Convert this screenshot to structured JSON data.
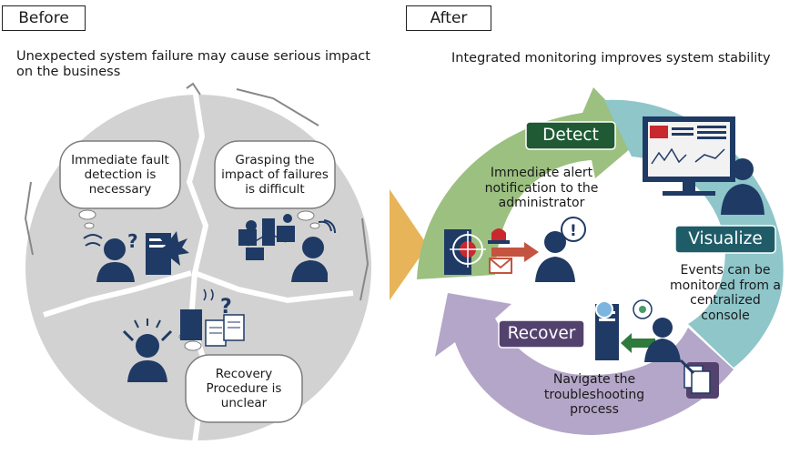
{
  "before": {
    "label": "Before",
    "caption": "Unexpected system failure may cause serious impact on the business",
    "bubbles": [
      {
        "text": "Immediate fault detection is necessary"
      },
      {
        "text": "Grasping the impact of failures is difficult"
      },
      {
        "text": "Recovery Procedure is unclear"
      }
    ]
  },
  "after": {
    "label": "After",
    "caption": "Integrated monitoring improves system stability",
    "phases": [
      {
        "title": "Detect",
        "text": "Immediate alert notification to the administrator",
        "color": "#9cc080"
      },
      {
        "title": "Visualize",
        "text": "Events can be monitored from a centralized console",
        "color": "#8ec6ca"
      },
      {
        "title": "Recover",
        "text": "Navigate the troubleshooting process",
        "color": "#b4a6c8"
      }
    ]
  },
  "colors": {
    "navy": "#1f3a64",
    "detect_badge": "#1f5a34",
    "visualize_badge": "#1f5c68",
    "recover_badge": "#54426e",
    "arrow": "#e7b45a",
    "broken_circle": "#d2d2d2"
  }
}
